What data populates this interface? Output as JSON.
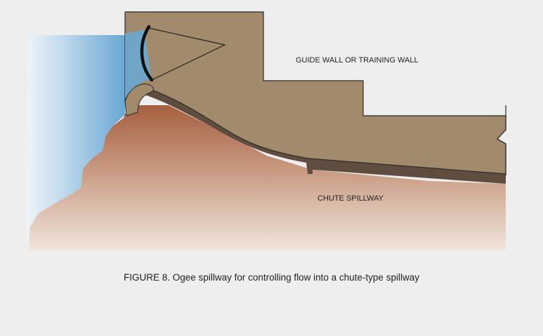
{
  "labels": {
    "guide_wall": "GUIDE WALL OR TRAINING WALL",
    "chute": "CHUTE SPILLWAY"
  },
  "caption": "FIGURE 8.  Ogee spillway for controlling flow into a chute-type spillway",
  "colors": {
    "background": "#eeeeee",
    "water_light": "#e4eef6",
    "water_dark": "#6aa7d3",
    "wall": "#a28a6c",
    "chute_shadow": "#5f4e3f",
    "ground_top": "#ab6747",
    "ground_bottom": "#efe1d8",
    "gate": "#111111",
    "outline": "#222222"
  }
}
